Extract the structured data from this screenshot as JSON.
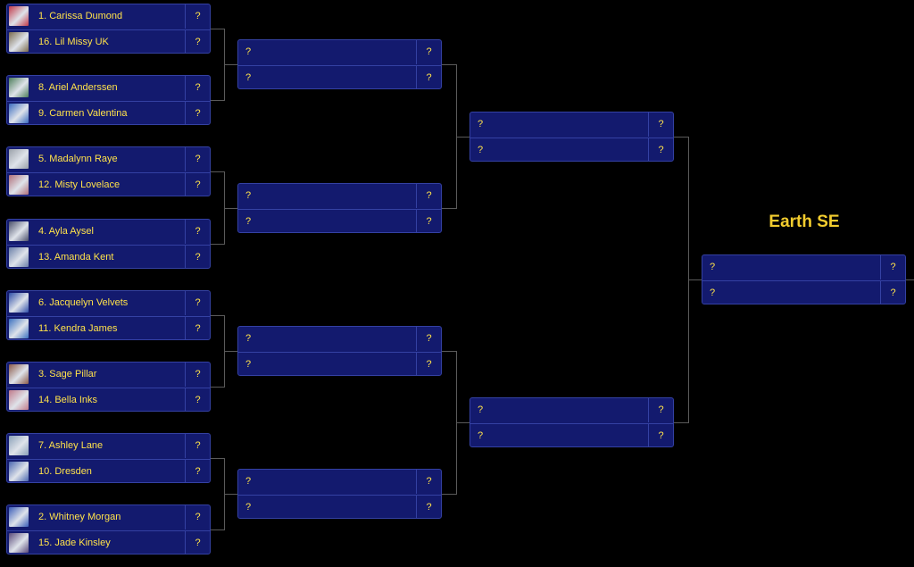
{
  "title": "Earth SE",
  "placeholder": "?",
  "avatar_colors": [
    "#c23a4a",
    "#7a6a4e",
    "#4d7d5a",
    "#3a6bbf",
    "#9aa0a8",
    "#b0707a",
    "#4a4f6a",
    "#6a7fa8",
    "#2f4fa8",
    "#3a70c0",
    "#8a5a4a",
    "#c07a8a",
    "#8aa0b8",
    "#4a66b0",
    "#3a5db8",
    "#5a4a7a"
  ],
  "round1": [
    {
      "top": {
        "name": "1. Carissa Dumond",
        "score": "?"
      },
      "bottom": {
        "name": "16. Lil Missy UK",
        "score": "?"
      }
    },
    {
      "top": {
        "name": "8. Ariel Anderssen",
        "score": "?"
      },
      "bottom": {
        "name": "9. Carmen Valentina",
        "score": "?"
      }
    },
    {
      "top": {
        "name": "5. Madalynn Raye",
        "score": "?"
      },
      "bottom": {
        "name": "12. Misty Lovelace",
        "score": "?"
      }
    },
    {
      "top": {
        "name": "4. Ayla Aysel",
        "score": "?"
      },
      "bottom": {
        "name": "13. Amanda Kent",
        "score": "?"
      }
    },
    {
      "top": {
        "name": "6. Jacquelyn Velvets",
        "score": "?"
      },
      "bottom": {
        "name": "11. Kendra James",
        "score": "?"
      }
    },
    {
      "top": {
        "name": "3. Sage Pillar",
        "score": "?"
      },
      "bottom": {
        "name": "14. Bella Inks",
        "score": "?"
      }
    },
    {
      "top": {
        "name": "7. Ashley Lane",
        "score": "?"
      },
      "bottom": {
        "name": "10. Dresden",
        "score": "?"
      }
    },
    {
      "top": {
        "name": "2. Whitney Morgan",
        "score": "?"
      },
      "bottom": {
        "name": "15. Jade Kinsley",
        "score": "?"
      }
    }
  ],
  "round2": [
    {
      "top": {
        "name": "?",
        "score": "?"
      },
      "bottom": {
        "name": "?",
        "score": "?"
      }
    },
    {
      "top": {
        "name": "?",
        "score": "?"
      },
      "bottom": {
        "name": "?",
        "score": "?"
      }
    },
    {
      "top": {
        "name": "?",
        "score": "?"
      },
      "bottom": {
        "name": "?",
        "score": "?"
      }
    },
    {
      "top": {
        "name": "?",
        "score": "?"
      },
      "bottom": {
        "name": "?",
        "score": "?"
      }
    }
  ],
  "round3": [
    {
      "top": {
        "name": "?",
        "score": "?"
      },
      "bottom": {
        "name": "?",
        "score": "?"
      }
    },
    {
      "top": {
        "name": "?",
        "score": "?"
      },
      "bottom": {
        "name": "?",
        "score": "?"
      }
    }
  ],
  "round4": [
    {
      "top": {
        "name": "?",
        "score": "?"
      },
      "bottom": {
        "name": "?",
        "score": "?"
      }
    }
  ]
}
